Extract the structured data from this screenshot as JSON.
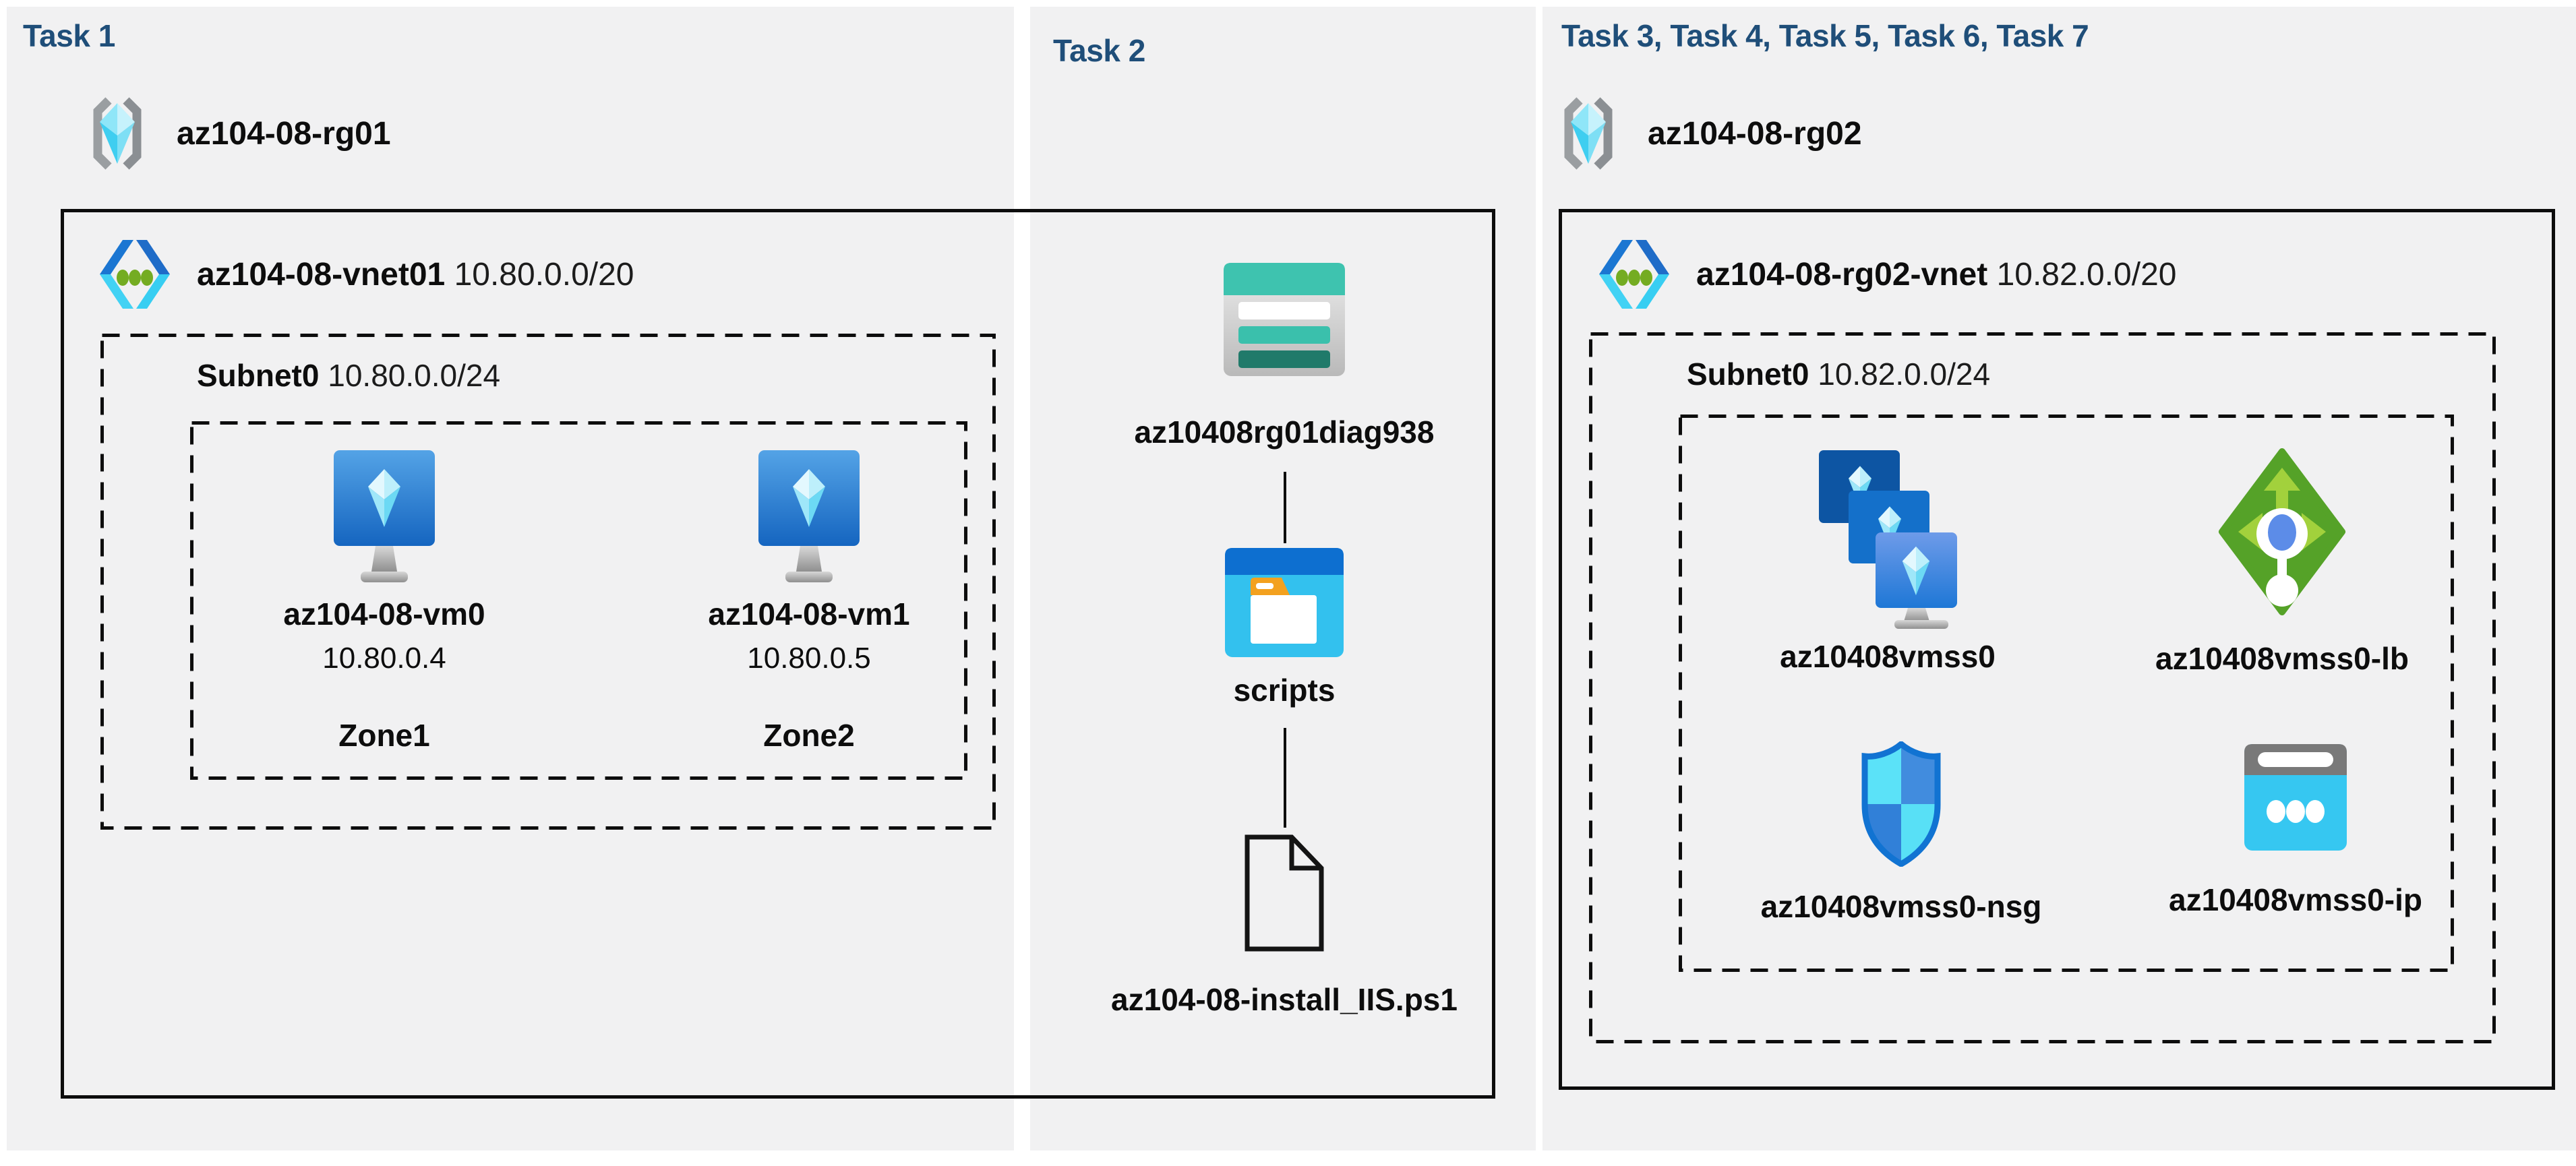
{
  "colors": {
    "panel": "#f1f1f2",
    "title": "#1f4e79",
    "text": "#0d0d0d",
    "line": "#0d0d0d"
  },
  "task1": {
    "title": "Task 1",
    "resource_group": "az104-08-rg01",
    "vnet": {
      "name": "az104-08-vnet01",
      "cidr": "10.80.0.0/20"
    },
    "subnet": {
      "name": "Subnet0",
      "cidr": "10.80.0.0/24"
    },
    "vms": [
      {
        "name": "az104-08-vm0",
        "ip": "10.80.0.4",
        "zone": "Zone1"
      },
      {
        "name": "az104-08-vm1",
        "ip": "10.80.0.5",
        "zone": "Zone2"
      }
    ]
  },
  "task2": {
    "title": "Task 2",
    "storage_account": "az10408rg01diag938",
    "container": "scripts",
    "script_file": "az104-08-install_IIS.ps1"
  },
  "task3": {
    "title": "Task 3, Task 4, Task 5, Task 6, Task 7",
    "resource_group": "az104-08-rg02",
    "vnet": {
      "name": "az104-08-rg02-vnet",
      "cidr": "10.82.0.0/20"
    },
    "subnet": {
      "name": "Subnet0",
      "cidr": "10.82.0.0/24"
    },
    "resources": [
      {
        "name": "az10408vmss0",
        "type": "vm-scale-set"
      },
      {
        "name": "az10408vmss0-lb",
        "type": "load-balancer"
      },
      {
        "name": "az10408vmss0-nsg",
        "type": "network-security-group"
      },
      {
        "name": "az10408vmss0-ip",
        "type": "public-ip"
      }
    ]
  },
  "icons": {
    "resource_group": "gray-brackets-with-cyan-cube",
    "virtual_network": "blue-chevrons-with-green-dots",
    "virtual_machine": "blue-monitor-with-cube",
    "storage_account": "teal-storage-table",
    "blob_container": "window-with-folder",
    "script_file": "outlined-document-folded-corner",
    "vm_scale_set": "stacked-blue-monitors",
    "load_balancer": "green-diamond-arrows",
    "network_security_group": "blue-shield-quadrants",
    "public_ip": "window-with-three-dots"
  }
}
